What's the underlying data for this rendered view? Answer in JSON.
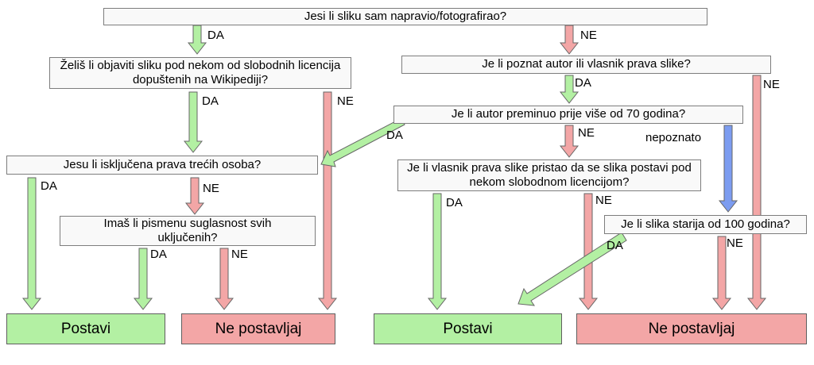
{
  "flowchart": {
    "questions": {
      "q1": "Jesi li sliku sam napravio/fotografirao?",
      "q2": "Želiš li objaviti sliku pod nekom od slobodnih licencija dopuštenih na Wikipediji?",
      "q3": "Je li poznat autor ili vlasnik prava slike?",
      "q4": "Je li autor preminuo prije više od 70 godina?",
      "q5": "Jesu li isključena prava trećih osoba?",
      "q6": "Imaš li pismenu suglasnost svih uključenih?",
      "q7": "Je li vlasnik prava slike pristao da se slika postavi pod nekom slobodnom licencijom?",
      "q8": "Je li slika starija od 100 godina?"
    },
    "outcomes": {
      "upload_left": "Postavi",
      "no_upload_left": "Ne postavljaj",
      "upload_right": "Postavi",
      "no_upload_right": "Ne postavljaj"
    },
    "edge_labels": {
      "yes": "DA",
      "no": "NE",
      "unknown": "nepoznato"
    },
    "colors": {
      "yes_green": "#b3f0a3",
      "no_red": "#f3a6a6",
      "unknown_blue": "#7c9cf0",
      "box_fill": "#f9f9f9",
      "box_border": "#7d7d7d",
      "arrow_outline": "#666666"
    }
  }
}
